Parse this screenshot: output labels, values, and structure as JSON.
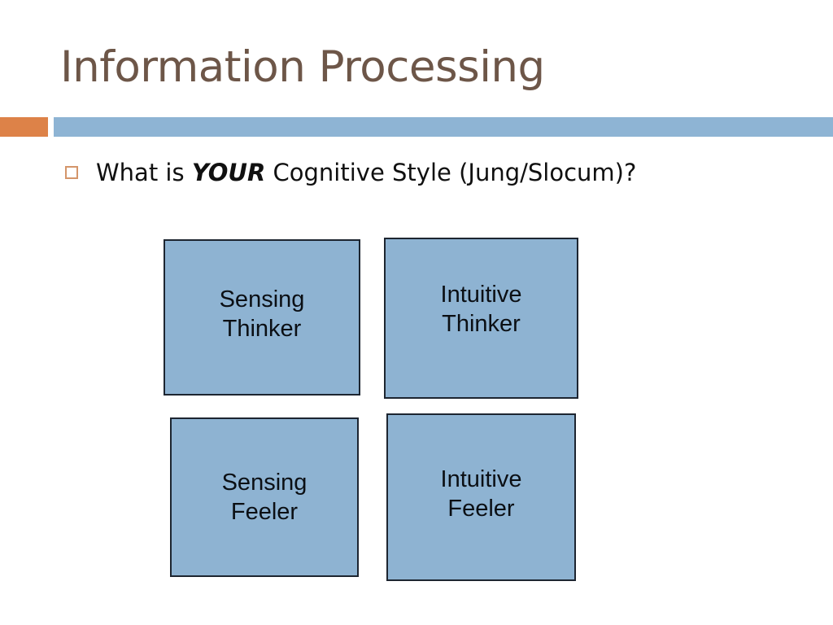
{
  "slide": {
    "title": "Information Processing",
    "title_color": "#6d5648",
    "background_color": "#ffffff"
  },
  "divider": {
    "accent_color": "#dd8248",
    "main_color": "#8eb4d4"
  },
  "bullet": {
    "marker_icon": "hollow-square-bullet-icon",
    "marker_color": "#d4956a",
    "text_before": "What is ",
    "text_emphasis": "YOUR",
    "text_after": " Cognitive Style (Jung/Slocum)?",
    "full_text": "What is YOUR Cognitive Style (Jung/Slocum)?"
  },
  "matrix": {
    "fill_color": "#8eb3d2",
    "border_color": "#1d2530",
    "text_color": "#0b0f14",
    "cells": [
      {
        "id": "sensing-thinker",
        "line1": "Sensing",
        "line2": "Thinker",
        "label": "Sensing\nThinker"
      },
      {
        "id": "intuitive-thinker",
        "line1": "Intuitive",
        "line2": "Thinker",
        "label": "Intuitive\nThinker"
      },
      {
        "id": "sensing-feeler",
        "line1": "Sensing",
        "line2": "Feeler",
        "label": "Sensing\nFeeler"
      },
      {
        "id": "intuitive-feeler",
        "line1": "Intuitive",
        "line2": "Feeler",
        "label": "Intuitive\nFeeler"
      }
    ]
  }
}
